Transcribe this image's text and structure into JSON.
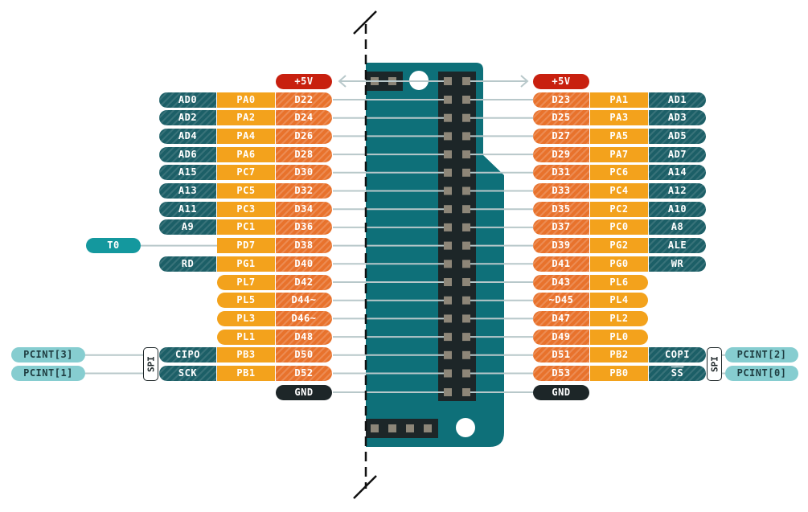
{
  "colors": {
    "board": "#0e7079",
    "board_dark": "#08555c",
    "header": "#1d2628",
    "pin": "#8d8678",
    "wire": "#b8c8ca",
    "analog": "#1c5f67",
    "port": "#f3a21c",
    "digital": "#e8722c",
    "pcint": "#86cdd0",
    "timer": "#14989e",
    "power": "#c8200f",
    "gnd": "#1d2628"
  },
  "power_label_left": "+5V",
  "power_label_right": "+5V",
  "gnd_label_left": "GND",
  "gnd_label_right": "GND",
  "spi_label_left": "SPI",
  "spi_label_right": "SPI",
  "left_rows": [
    {
      "digital": "D22",
      "port": "PA0",
      "alt": "AD0",
      "alt_kind": "analog"
    },
    {
      "digital": "D24",
      "port": "PA2",
      "alt": "AD2",
      "alt_kind": "analog"
    },
    {
      "digital": "D26",
      "port": "PA4",
      "alt": "AD4",
      "alt_kind": "analog"
    },
    {
      "digital": "D28",
      "port": "PA6",
      "alt": "AD6",
      "alt_kind": "analog"
    },
    {
      "digital": "D30",
      "port": "PC7",
      "alt": "A15",
      "alt_kind": "analog"
    },
    {
      "digital": "D32",
      "port": "PC5",
      "alt": "A13",
      "alt_kind": "analog"
    },
    {
      "digital": "D34",
      "port": "PC3",
      "alt": "A11",
      "alt_kind": "analog"
    },
    {
      "digital": "D36",
      "port": "PC1",
      "alt": "A9",
      "alt_kind": "analog"
    },
    {
      "digital": "D38",
      "port": "PD7",
      "alt": "T0",
      "alt_kind": "timer"
    },
    {
      "digital": "D40",
      "port": "PG1",
      "alt": "RD",
      "alt_kind": "analog"
    },
    {
      "digital": "D42",
      "port": "PL7",
      "alt": "",
      "alt_kind": "none"
    },
    {
      "digital": "D44~",
      "port": "PL5",
      "alt": "",
      "alt_kind": "none"
    },
    {
      "digital": "D46~",
      "port": "PL3",
      "alt": "",
      "alt_kind": "none"
    },
    {
      "digital": "D48",
      "port": "PL1",
      "alt": "",
      "alt_kind": "none"
    },
    {
      "digital": "D50",
      "port": "PB3",
      "alt": "CIPO",
      "alt_kind": "analog",
      "pcint": "PCINT[3]"
    },
    {
      "digital": "D52",
      "port": "PB1",
      "alt": "SCK",
      "alt_kind": "analog",
      "pcint": "PCINT[1]"
    }
  ],
  "right_rows": [
    {
      "digital": "D23",
      "port": "PA1",
      "alt": "AD1",
      "alt_kind": "analog"
    },
    {
      "digital": "D25",
      "port": "PA3",
      "alt": "AD3",
      "alt_kind": "analog"
    },
    {
      "digital": "D27",
      "port": "PA5",
      "alt": "AD5",
      "alt_kind": "analog"
    },
    {
      "digital": "D29",
      "port": "PA7",
      "alt": "AD7",
      "alt_kind": "analog"
    },
    {
      "digital": "D31",
      "port": "PC6",
      "alt": "A14",
      "alt_kind": "analog"
    },
    {
      "digital": "D33",
      "port": "PC4",
      "alt": "A12",
      "alt_kind": "analog"
    },
    {
      "digital": "D35",
      "port": "PC2",
      "alt": "A10",
      "alt_kind": "analog"
    },
    {
      "digital": "D37",
      "port": "PC0",
      "alt": "A8",
      "alt_kind": "analog"
    },
    {
      "digital": "D39",
      "port": "PG2",
      "alt": "ALE",
      "alt_kind": "analog"
    },
    {
      "digital": "D41",
      "port": "PG0",
      "alt": "WR",
      "alt_kind": "analog"
    },
    {
      "digital": "D43",
      "port": "PL6",
      "alt": "",
      "alt_kind": "none"
    },
    {
      "digital": "~D45",
      "port": "PL4",
      "alt": "",
      "alt_kind": "none"
    },
    {
      "digital": "D47",
      "port": "PL2",
      "alt": "",
      "alt_kind": "none"
    },
    {
      "digital": "D49",
      "port": "PL0",
      "alt": "",
      "alt_kind": "none"
    },
    {
      "digital": "D51",
      "port": "PB2",
      "alt": "COPI",
      "alt_kind": "analog",
      "pcint": "PCINT[2]"
    },
    {
      "digital": "D53",
      "port": "PB0",
      "alt": "SS",
      "alt_kind": "analog",
      "alt_overline": true,
      "pcint": "PCINT[0]"
    }
  ]
}
